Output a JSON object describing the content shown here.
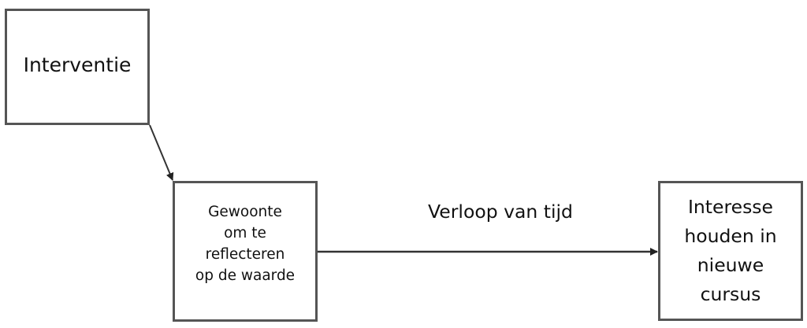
{
  "diagram": {
    "type": "flow",
    "nodes": [
      {
        "id": "interventie",
        "label": "Interventie"
      },
      {
        "id": "gewoonte",
        "label": "Gewoonte\nom te\nreflecteren\nop de waarde"
      },
      {
        "id": "interesse",
        "label": "Interesse\nhouden in\nnieuwe\ncursus"
      }
    ],
    "edges": [
      {
        "from": "interventie",
        "to": "gewoonte",
        "label": ""
      },
      {
        "from": "gewoonte",
        "to": "interesse",
        "label": "Verloop van tijd"
      }
    ],
    "colors": {
      "stroke": "#555555",
      "arrow": "#222222",
      "text": "#111111",
      "background": "#ffffff"
    }
  }
}
